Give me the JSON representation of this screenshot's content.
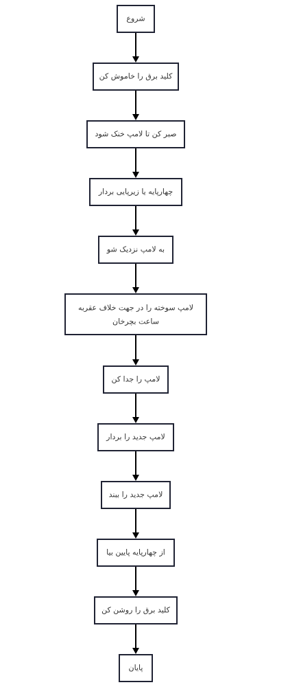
{
  "diagram": {
    "nodes": [
      {
        "id": "start",
        "label": "شروع"
      },
      {
        "id": "power-off",
        "label": "کلید برق را خاموش کن"
      },
      {
        "id": "wait-cool",
        "label": "صبر کن تا لامپ خنک شود"
      },
      {
        "id": "get-ladder",
        "label": "چهارپایه یا زیرپایی بردار"
      },
      {
        "id": "approach",
        "label": "به لامپ نزدیک شو"
      },
      {
        "id": "unscrew",
        "label": "لامپ سوخته را در جهت خلاف عقربه ساعت بچرخان"
      },
      {
        "id": "remove",
        "label": "لامپ را جدا کن"
      },
      {
        "id": "pick-new",
        "label": "لامپ جدید را بردار"
      },
      {
        "id": "install",
        "label": "لامپ جدید را ببند"
      },
      {
        "id": "descend",
        "label": "از چهارپایه پایین بیا"
      },
      {
        "id": "power-on",
        "label": "کلید برق را روشن کن"
      },
      {
        "id": "end",
        "label": "پایان"
      }
    ]
  }
}
